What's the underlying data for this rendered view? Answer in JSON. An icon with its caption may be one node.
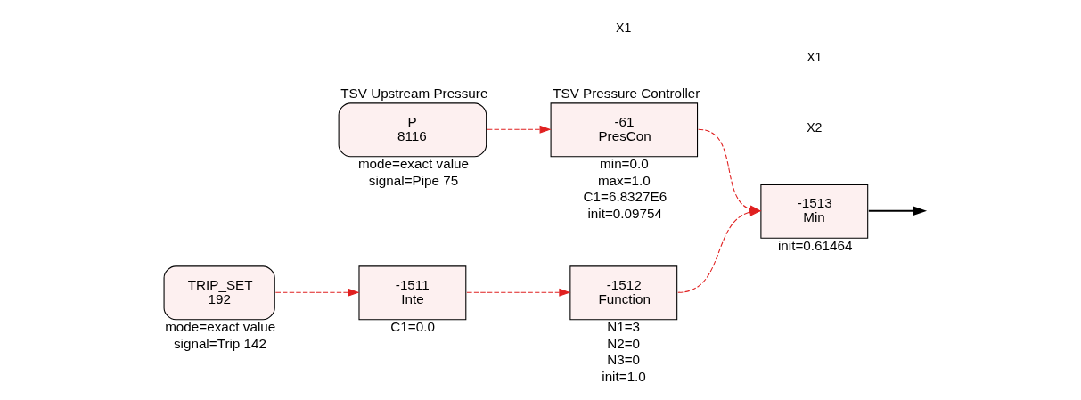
{
  "diagram": {
    "nodes": [
      {
        "text": [
          "TSV Upstream Pressure",
          "P",
          "8116"
        ],
        "beside": [
          "mode=exact value",
          "signal=Pipe 75"
        ]
      },
      {
        "text": [
          "TSV Pressure Controller",
          "-61",
          "PresCon"
        ],
        "beside": [
          "min=0.0",
          "max=1.0",
          "C1=6.8327E6",
          "init=0.09754"
        ]
      },
      {
        "text": [
          "-1513",
          "Min"
        ],
        "beside": [
          "init=0.61464"
        ]
      },
      {
        "text": [
          "TRIP_SET",
          "192"
        ],
        "beside": [
          "mode=exact value",
          "signal=Trip 142"
        ]
      },
      {
        "text": [
          "-1511",
          "Inte"
        ],
        "beside": [
          "C1=0.0"
        ]
      },
      {
        "text": [
          "-1512",
          "Function"
        ],
        "beside": [
          "N1=3",
          "N2=0",
          "N3=0",
          "init=1.0"
        ]
      }
    ],
    "edges": [
      {
        "from": 0,
        "to": 1,
        "arrow": "to",
        "style": "dashed",
        "color": "#e02020"
      },
      {
        "from": 1,
        "to": 2,
        "arrow": "to",
        "style": "dashed",
        "color": "#e02020"
      },
      {
        "from": 3,
        "to": 4,
        "arrow": "to",
        "style": "dashed",
        "color": "#e02020"
      },
      {
        "from": 4,
        "to": 5,
        "arrow": "to",
        "style": "dashed",
        "color": "#e02020"
      },
      {
        "from": 5,
        "to": 2,
        "arrow": "to",
        "style": "dashed",
        "color": "#e02020"
      },
      {
        "from": 2,
        "to": null,
        "arrow": "to",
        "color": "#000000"
      }
    ],
    "labels": [
      "X1",
      "X2",
      "X1"
    ]
  }
}
